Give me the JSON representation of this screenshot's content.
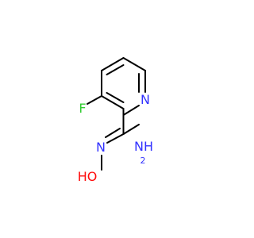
{
  "molecule": {
    "atoms": {
      "N_ring": {
        "label": "N",
        "color": "#3333ff"
      },
      "F": {
        "label": "F",
        "color": "#33cc33"
      },
      "N_amidine": {
        "label": "NH",
        "subscript": "2",
        "color": "#3333ff"
      },
      "N_oxime": {
        "label": "N",
        "color": "#3333ff"
      },
      "O_hydroxyl": {
        "label": "HO",
        "color": "#ff0d0d"
      }
    }
  }
}
